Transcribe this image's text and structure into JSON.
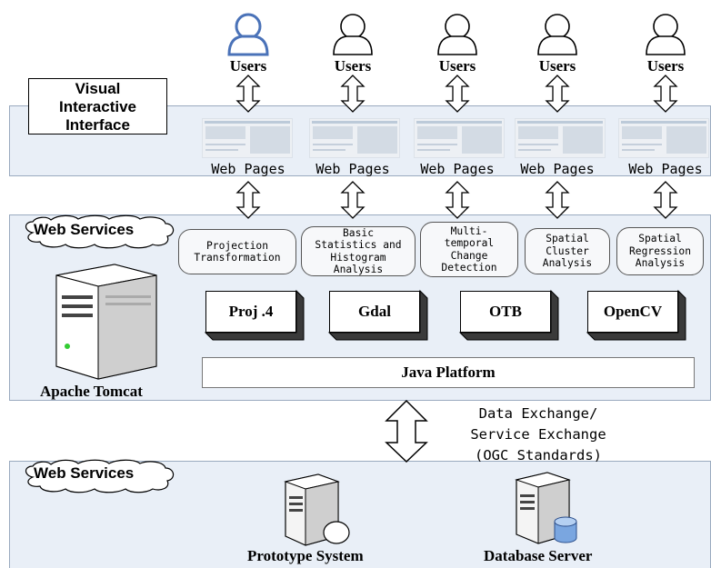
{
  "users": [
    {
      "label": "Users",
      "highlighted": true
    },
    {
      "label": "Users",
      "highlighted": false
    },
    {
      "label": "Users",
      "highlighted": false
    },
    {
      "label": "Users",
      "highlighted": false
    },
    {
      "label": "Users",
      "highlighted": false
    }
  ],
  "visual_interface": {
    "title_lines": [
      "Visual",
      "Interactive",
      "Interface"
    ]
  },
  "web_pages": [
    "Web Pages",
    "Web Pages",
    "Web Pages",
    "Web Pages",
    "Web Pages"
  ],
  "web_services_middle": {
    "cloud_label": "Web Services",
    "services": [
      "Projection\nTransformation",
      "Basic\nStatistics and\nHistogram\nAnalysis",
      "Multi-\ntemporal\nChange\nDetection",
      "Spatial\nCluster\nAnalysis",
      "Spatial\nRegression\nAnalysis"
    ],
    "libraries": [
      "Proj .4",
      "Gdal",
      "OTB",
      "OpenCV"
    ],
    "platform": "Java Platform",
    "server_label": "Apache Tomcat"
  },
  "exchange": {
    "lines": [
      "Data Exchange/",
      "Service Exchange",
      "(OGC Standards)"
    ]
  },
  "web_services_bottom": {
    "cloud_label": "Web Services",
    "servers": [
      "Prototype System",
      "Database Server"
    ]
  },
  "colors": {
    "band_fill": "#e9eff7",
    "highlight_user": "#4a72b8"
  }
}
